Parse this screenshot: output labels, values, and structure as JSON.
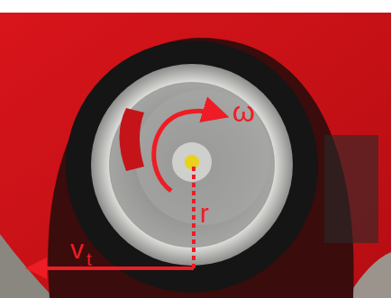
{
  "diagram": {
    "labels": [
      "ω",
      "r",
      "v",
      "t"
    ]
  }
}
